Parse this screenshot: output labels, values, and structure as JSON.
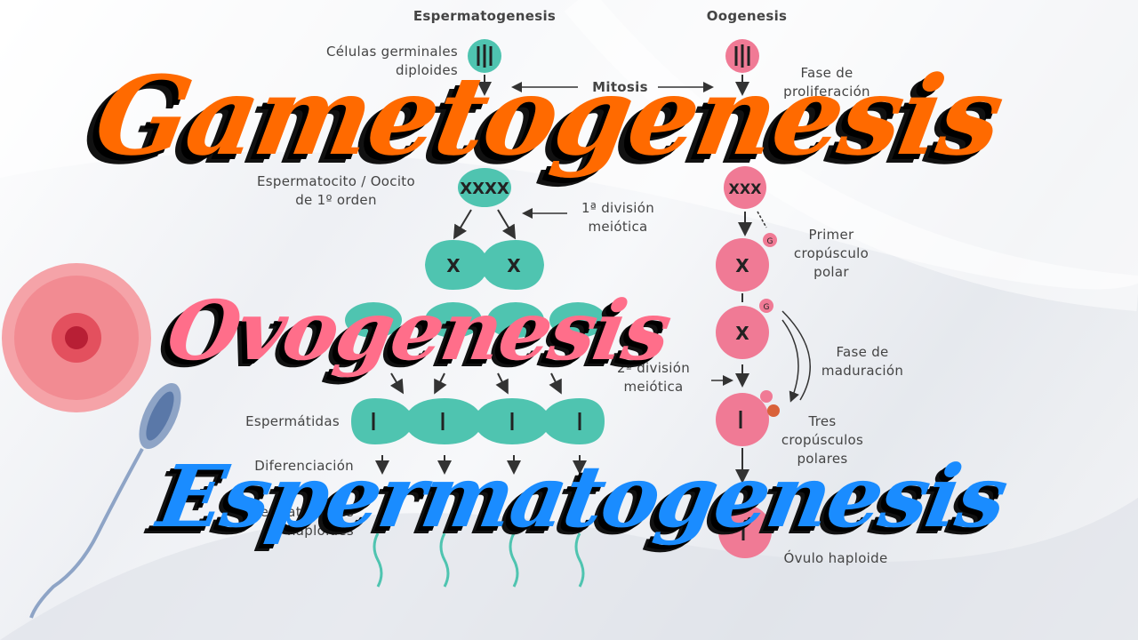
{
  "headers": {
    "spermatogenesis": "Espermatogenesis",
    "oogenesis": "Oogenesis"
  },
  "labels": {
    "germ_cells": "Células germinales\ndiploides",
    "mitosis": "Mitosis",
    "proliferation": "Fase de\nproliferación",
    "spermatocyte_oocyte": "Espermatocito / Oocito\nde 1º orden",
    "first_division": "1ª división\nmeiótica",
    "first_polar_body": "Primer\ncropúsculo\npolar",
    "second_division": "2ª división\nmeiótica",
    "maturation": "Fase de\nmaduración",
    "spermatids": "Espermátidas",
    "three_polar_bodies": "Tres\ncropúsculos\npolares",
    "differentiation": "Diferenciación",
    "sperm": "Espermatozoides\nhaploides",
    "ovum": "Óvulo haploide"
  },
  "titles": {
    "main": "Gametogenesis",
    "ovogenesis": "Ovogenesis",
    "espermatogenesis": "Espermatogenesis"
  },
  "colors": {
    "main_title": "#ff6a00",
    "ovogenesis_title": "#ff6e8a",
    "espermatogenesis_title": "#1a8cff",
    "sperm_cells": "#4fc4b0",
    "oocyte_cells": "#f07a95"
  }
}
